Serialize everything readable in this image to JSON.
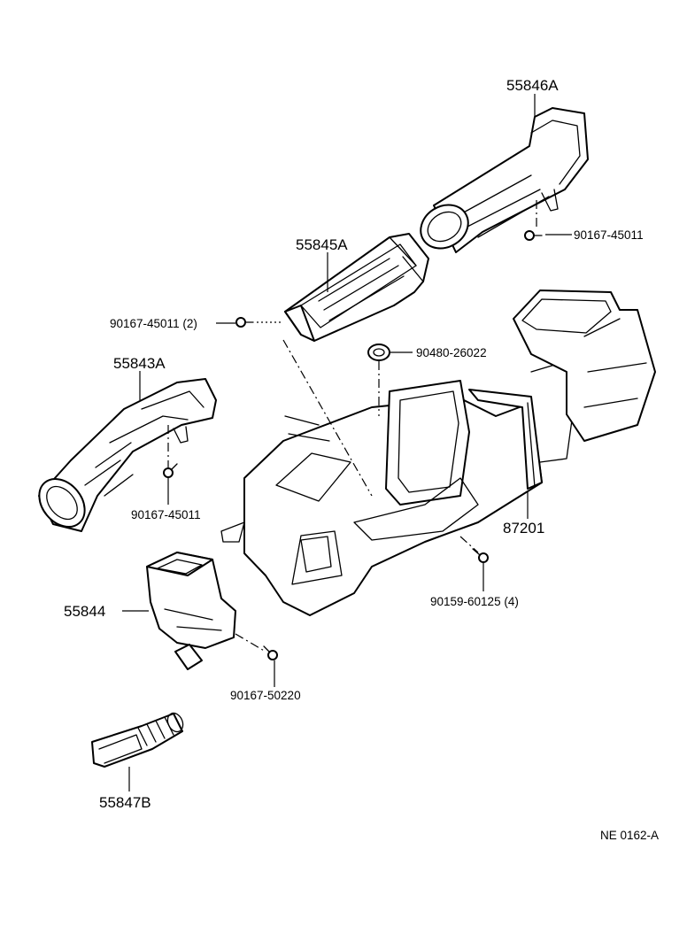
{
  "labels": {
    "p55846A": "55846A",
    "p55845A": "55845A",
    "p55843A": "55843A",
    "p55844": "55844",
    "p55847B": "55847B",
    "p87201": "87201",
    "s90167_45011_a": "90167-45011",
    "s90167_45011_2": "90167-45011 (2)",
    "s90167_45011_b": "90167-45011",
    "s90480_26022": "90480-26022",
    "s90159_60125": "90159-60125 (4)",
    "s90167_50220": "90167-50220",
    "ref": "NE  0162-A"
  }
}
